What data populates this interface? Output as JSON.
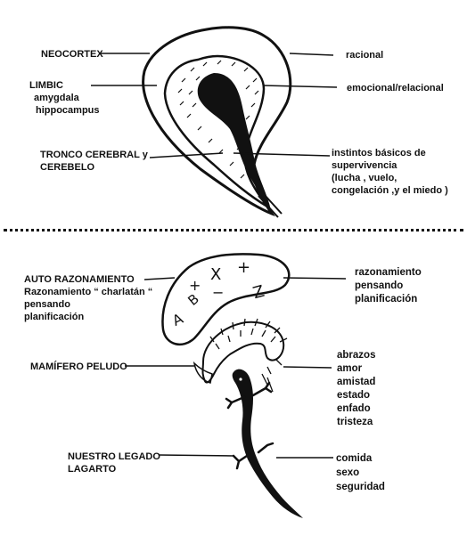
{
  "top": {
    "left_labels": {
      "neocortex": "NEOCORTEX",
      "limbic": "LIMBIC",
      "amygdala": "amygdala",
      "hippocampus": "hippocampus",
      "tronco_line1": "TRONCO CEREBRAL y",
      "tronco_line2": "CEREBELO"
    },
    "right_labels": {
      "racional": "racional",
      "emocional": "emocional/relacional",
      "instintos_line1": "instintos básicos de",
      "instintos_line2": "supervivencia",
      "instintos_line3": "(lucha , vuelo,",
      "instintos_line4": "congelación ,y el miedo )"
    }
  },
  "bottom": {
    "left_labels": {
      "auto_line1": "AUTO RAZONAMIENTO",
      "auto_line2": "Razonamiento “ charlatán “",
      "auto_line3": "pensando",
      "auto_line4": "planificación",
      "mamifero": "MAMÍFERO PELUDO",
      "lagarto_line1": "NUESTRO LEGADO",
      "lagarto_line2": "LAGARTO"
    },
    "right_labels": {
      "razon_line1": "razonamiento",
      "razon_line2": "pensando",
      "razon_line3": "planificación",
      "emo_line1": "abrazos",
      "emo_line2": "amor",
      "emo_line3": "amistad",
      "emo_line4": "estado",
      "emo_line5": "enfado",
      "emo_line6": "tristeza",
      "sup_line1": "comida",
      "sup_line2": "sexo",
      "sup_line3": "seguridad"
    },
    "cortex_letters": [
      "A",
      "B",
      "+",
      "X",
      "−",
      "+",
      "Z"
    ]
  }
}
